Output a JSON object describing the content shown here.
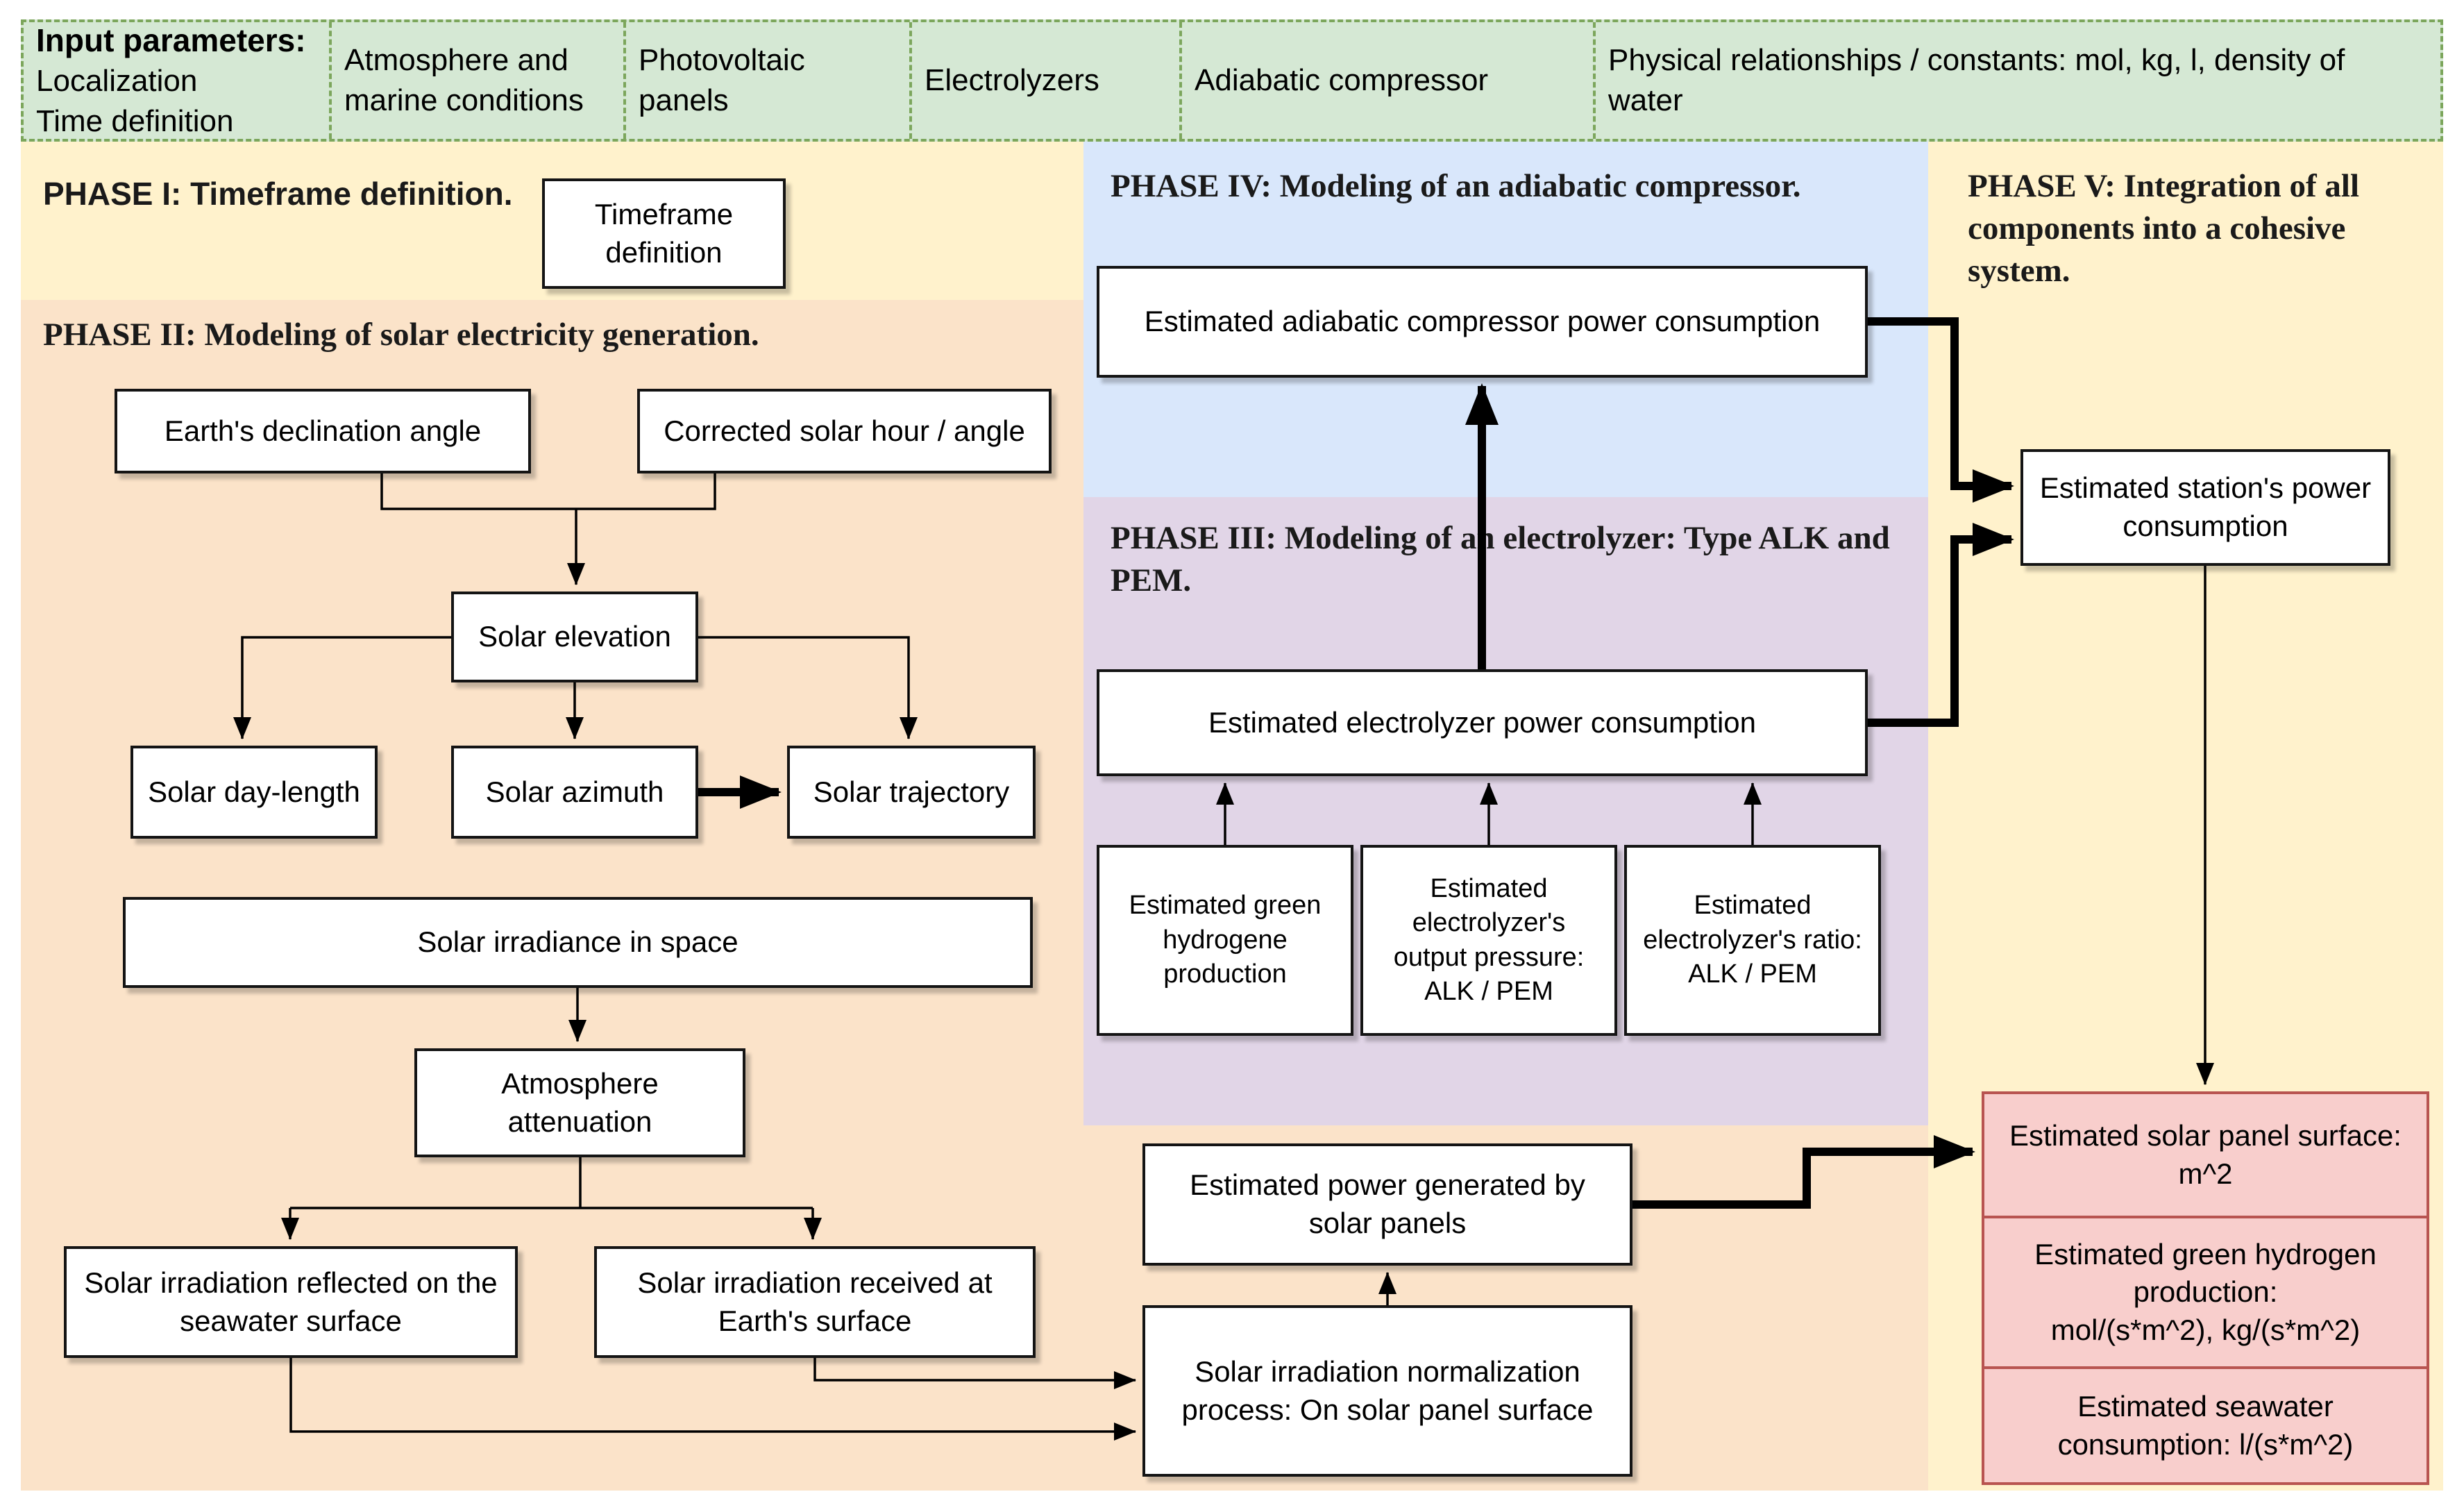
{
  "input_bar": {
    "heading": "Input parameters:",
    "col1": "Localization\nTime definition",
    "col2": "Atmosphere and\nmarine conditions",
    "col3": "Photovoltaic panels",
    "col4": "Electrolyzers",
    "col5": "Adiabatic compressor",
    "col6": "Physical relationships / constants: mol, kg, l, density of water"
  },
  "phases": {
    "p1": "PHASE I: Timeframe definition.",
    "p2": "PHASE II: Modeling of solar electricity generation.",
    "p3": "PHASE III: Modeling of an electrolyzer: Type ALK and PEM.",
    "p4": "PHASE IV: Modeling of an adiabatic compressor.",
    "p5": "PHASE V: Integration of all components into a cohesive system."
  },
  "nodes": {
    "timeframe": "Timeframe\ndefinition",
    "declination": "Earth's declination angle",
    "corrected_hour": "Corrected solar hour / angle",
    "elevation": "Solar elevation",
    "day_length": "Solar day-length",
    "azimuth": "Solar azimuth",
    "trajectory": "Solar trajectory",
    "irradiance_space": "Solar irradiance in space",
    "atmosphere": "Atmosphere\nattenuation",
    "reflected": "Solar irradiation reflected on the\nseawater surface",
    "received": "Solar irradiation received at\nEarth's surface",
    "normalization": "Solar irradiation normalization\nprocess: On solar panel surface",
    "power_panels": "Estimated power generated by\nsolar panels",
    "compressor_power": "Estimated adiabatic compressor power consumption",
    "electrolyzer_power": "Estimated electrolyzer power consumption",
    "h2_production": "Estimated green\nhydrogene\nproduction",
    "output_pressure": "Estimated\nelectrolyzer's\noutput pressure:\nALK / PEM",
    "ratio": "Estimated\nelectrolyzer's ratio:\nALK / PEM",
    "station_power": "Estimated station's power\nconsumption"
  },
  "outputs": {
    "row1": "Estimated solar panel surface:\nm^2",
    "row2": "Estimated green hydrogen\nproduction:\nmol/(s*m^2),  kg/(s*m^2)",
    "row3": "Estimated seawater\nconsumption:   l/(s*m^2)"
  },
  "colors": {
    "input_bar_fill": "#d5e8d4",
    "input_bar_border": "#7ca65c",
    "phase1_fill": "#fff2cc",
    "phase2_fill": "#fbe3c9",
    "phase3_fill": "#e1d5e7",
    "phase4_fill": "#d9e7fb",
    "phase5_fill": "#fff2cc",
    "output_table_fill": "#f8cecc",
    "output_table_border": "#b85450",
    "node_fill": "#ffffff",
    "edge_color": "#000000"
  }
}
